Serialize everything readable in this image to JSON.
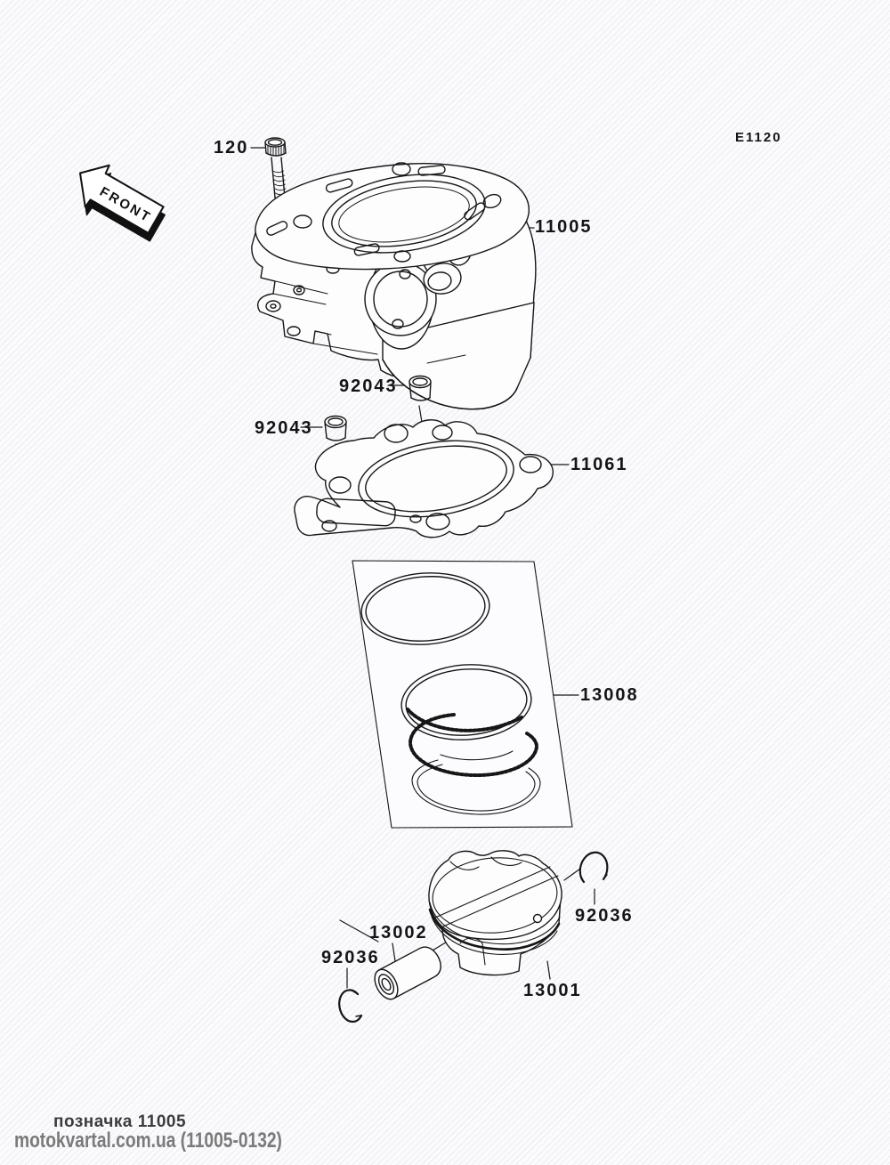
{
  "page": {
    "code": "E1120",
    "front_marker": "FRONT"
  },
  "labels": {
    "bolt": "120",
    "cylinder": "11005",
    "dowel_top": "92043",
    "dowel_left": "92043",
    "gasket": "11061",
    "ring_set": "13008",
    "circlip_right": "92036",
    "circlip_left": "92036",
    "piston_pin": "13002",
    "piston": "13001"
  },
  "footer": {
    "caption": "позначка 11005",
    "watermark": "motokvartal.com.ua (11005-0132)"
  },
  "colors": {
    "line": "#161616",
    "label": "#141414",
    "footer_caption": "#3c3c3c",
    "footer_watermark": "#7a7a7a"
  }
}
